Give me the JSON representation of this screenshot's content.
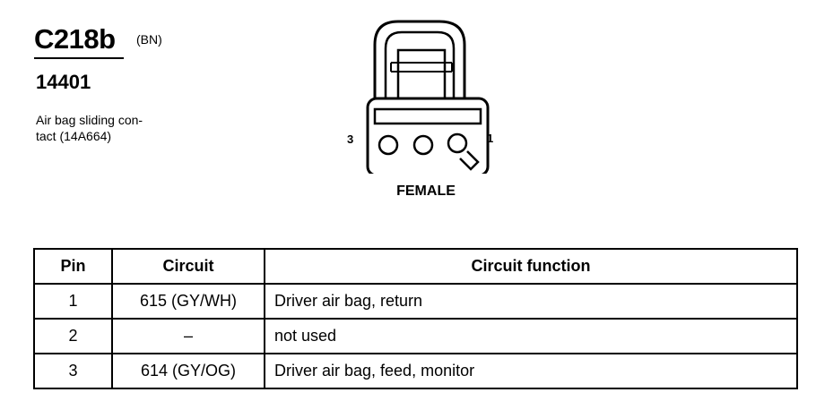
{
  "connector": {
    "id": "C218b",
    "color_code": "(BN)",
    "part_number": "14401",
    "description": "Air bag sliding con-\ntact (14A664)",
    "pin_label_left": "3",
    "pin_label_right": "1",
    "gender": "FEMALE"
  },
  "table": {
    "headers": {
      "pin": "Pin",
      "circuit": "Circuit",
      "function": "Circuit function"
    },
    "rows": [
      {
        "pin": "1",
        "circuit": "615 (GY/WH)",
        "function": "Driver air bag, return"
      },
      {
        "pin": "2",
        "circuit": "–",
        "function": "not used"
      },
      {
        "pin": "3",
        "circuit": "614 (GY/OG)",
        "function": "Driver air bag, feed, monitor"
      }
    ]
  }
}
